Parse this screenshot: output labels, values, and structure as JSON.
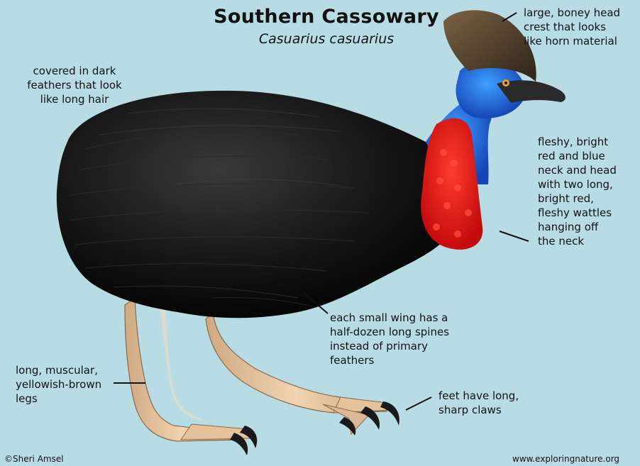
{
  "title": "Southern Cassowary",
  "subtitle": "Casuarius casuarius",
  "labels": {
    "feathers": "covered in dark\nfeathers that look\nlike long hair",
    "crest": "large, boney head\ncrest that looks\nlike horn material",
    "neck": "fleshy, bright\nred and blue\nneck and head\nwith two long,\nbright red,\nfleshy wattles\nhanging off\nthe neck",
    "wing": "each small wing has a\nhalf-dozen long spines\ninstead of primary\nfeathers",
    "legs": "long, muscular,\nyellowish-brown\nlegs",
    "feet": "feet have long,\nsharp claws"
  },
  "credit": "©Sheri Amsel",
  "website": "www.exploringnature.org",
  "colors": {
    "background": "#b8dce4",
    "plumage": "#141414",
    "neck_blue": "#1e6fe0",
    "wattle_red": "#e01818",
    "crest": "#5a4630",
    "legs": "#e6c6a0"
  }
}
